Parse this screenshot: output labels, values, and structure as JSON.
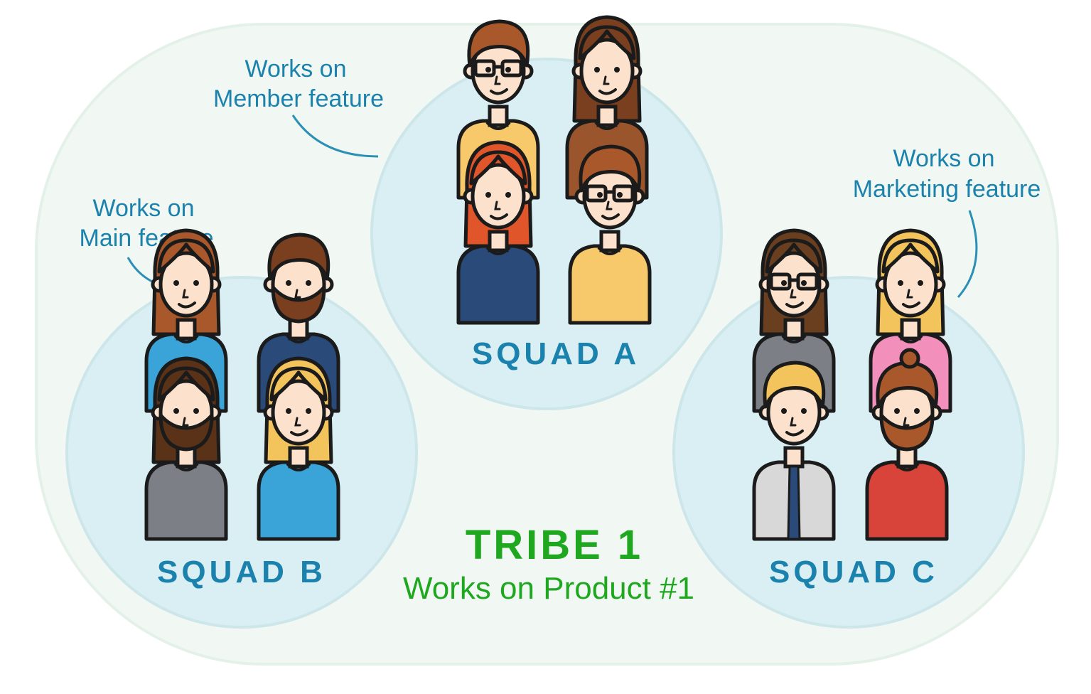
{
  "colors": {
    "tribe_fill": "#f1f8f3",
    "tribe_stroke": "#e4f1e8",
    "squad_fill": "#d9eff3",
    "squad_stroke": "#cde6ea",
    "squad_text": "#1a82ad",
    "annotation_text": "#1a82ad",
    "connector": "#2b8fb6",
    "tribe_text": "#1fa81f",
    "outline": "#1b1b1b",
    "skin": "#fce2cc"
  },
  "tribe": {
    "title": "TRIBE 1",
    "subtitle": "Works on Product #1"
  },
  "squads": {
    "a": {
      "label": "SQUAD A",
      "annotation": {
        "line1": "Works on",
        "line2": "Member feature"
      },
      "members": [
        {
          "icon": "man-glasses-icon",
          "hair": "#a8582a",
          "shirt": "#f8c96a"
        },
        {
          "icon": "woman-curly-hair-icon",
          "hair": "#7a3f1f",
          "shirt": "#9a552c"
        },
        {
          "icon": "woman-red-hair-icon",
          "hair": "#e0562a",
          "shirt": "#2a4a7a"
        },
        {
          "icon": "man-glasses-icon",
          "hair": "#a8582a",
          "shirt": "#f8c96a"
        }
      ]
    },
    "b": {
      "label": "SQUAD B",
      "annotation": {
        "line1": "Works on",
        "line2": "Main feature"
      },
      "members": [
        {
          "icon": "woman-long-hair-icon",
          "hair": "#a8582a",
          "shirt": "#3aa3d8"
        },
        {
          "icon": "man-beard-icon",
          "hair": "#7a3f1f",
          "shirt": "#2a4a7a"
        },
        {
          "icon": "man-long-hair-beard-icon",
          "hair": "#5a3218",
          "shirt": "#7c7f86"
        },
        {
          "icon": "woman-blonde-icon",
          "hair": "#f4c45c",
          "shirt": "#3aa3d8"
        }
      ]
    },
    "c": {
      "label": "SQUAD C",
      "annotation": {
        "line1": "Works on",
        "line2": "Marketing feature"
      },
      "members": [
        {
          "icon": "woman-glasses-icon",
          "hair": "#6a3f1f",
          "shirt": "#7c7f86"
        },
        {
          "icon": "woman-blonde-icon",
          "hair": "#f4c45c",
          "shirt": "#f28fbb"
        },
        {
          "icon": "man-blonde-tie-icon",
          "hair": "#f4c45c",
          "shirt": "#d8d8d8"
        },
        {
          "icon": "man-bun-beard-icon",
          "hair": "#a8582a",
          "shirt": "#d8443a"
        }
      ]
    }
  }
}
